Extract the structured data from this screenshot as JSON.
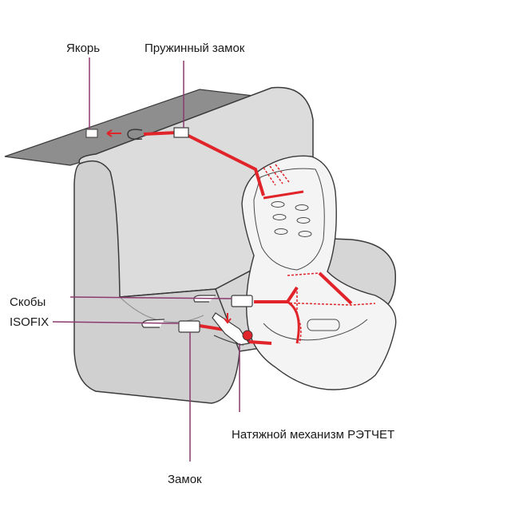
{
  "labels": {
    "anchor": "Якорь",
    "spring_lock": "Пружинный замок",
    "brackets_line1": "Скобы",
    "brackets_line2": "ISOFIX",
    "ratchet": "Натяжной механизм РЭТЧЕТ",
    "lock": "Замок"
  },
  "colors": {
    "seat_fill": "#dcdcdc",
    "seat_shadow": "#b9b9b9",
    "outline": "#3a3a3a",
    "strap": "#e0242a",
    "leader_line": "#8a3a6e",
    "shelf": "#8e8e8e"
  }
}
